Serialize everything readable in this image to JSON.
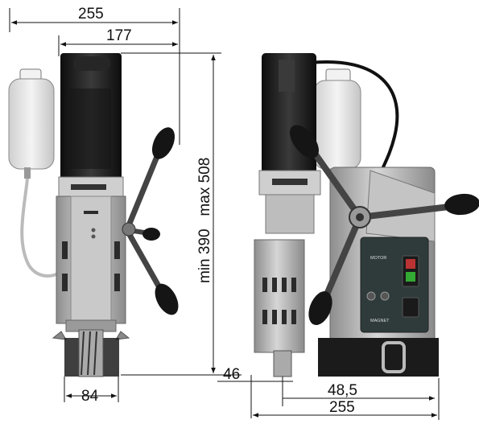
{
  "dimensions": {
    "front_total_width": "255",
    "front_body_width": "177",
    "front_base_width": "84",
    "height_label": "min 390   max 508",
    "side_offset": "46",
    "side_cutter_offset": "48,5",
    "side_total_width": "255"
  },
  "panel": {
    "label_top": "MOTOR",
    "label_bottom": "MAGNET"
  },
  "colors": {
    "metal": "#b9b9b9",
    "dark": "#1c1c1c",
    "bottle": "#e6e6e6",
    "panel": "#2f3b3b"
  }
}
